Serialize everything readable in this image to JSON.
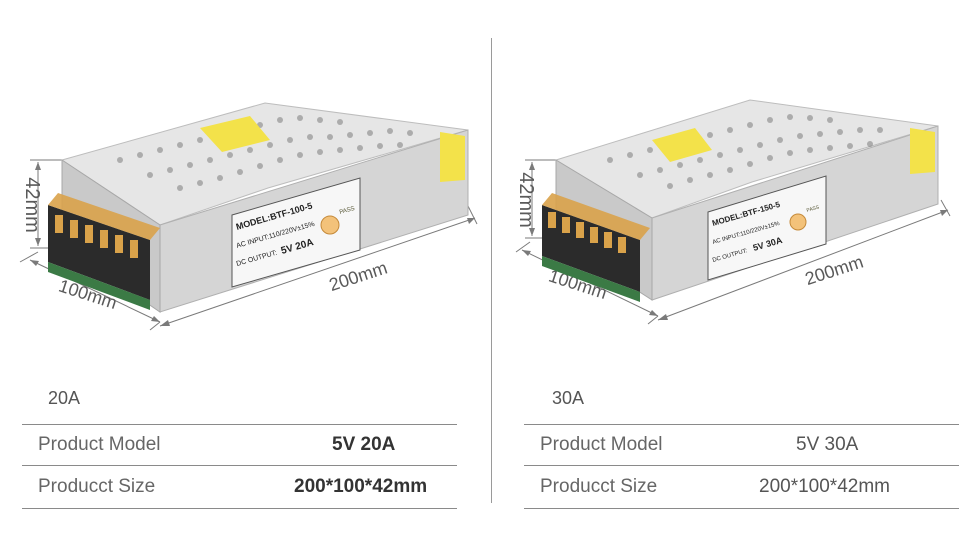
{
  "panels": [
    {
      "caption": "20A",
      "dimensions": {
        "height": "42mm",
        "depth": "100mm",
        "width": "200mm"
      },
      "label_plate": {
        "model": "MODEL:BTF-100-5",
        "ac_input": "AC INPUT:110/220V±15%",
        "dc_output_label": "DC OUTPUT:",
        "dc_output_value": "5V 20A",
        "pass_stamp": "PASS"
      },
      "specs": [
        {
          "label": "Product Model",
          "value": "5V 20A"
        },
        {
          "label": "Producct Size",
          "value": "200*100*42mm"
        }
      ]
    },
    {
      "caption": "30A",
      "dimensions": {
        "height": "42mm",
        "depth": "100mm",
        "width": "200mm"
      },
      "label_plate": {
        "model": "MODEL:BTF-150-5",
        "ac_input": "AC INPUT:110/220V±15%",
        "dc_output_label": "DC OUTPUT:",
        "dc_output_value": "5V 30A",
        "pass_stamp": "PASS"
      },
      "specs": [
        {
          "label": "Product Model",
          "value": "5V 30A"
        },
        {
          "label": "Producct Size",
          "value": "200*100*42mm"
        }
      ]
    }
  ],
  "colors": {
    "metal": "#dcdcdc",
    "metal_dark": "#b9b9b9",
    "terminal_block": "#2b2b2b",
    "terminal_cover": "#d9a24a",
    "yellow_sticker": "#f3e24a",
    "pcb": "#3b7a45",
    "dimension_line": "#7a7a7a"
  }
}
